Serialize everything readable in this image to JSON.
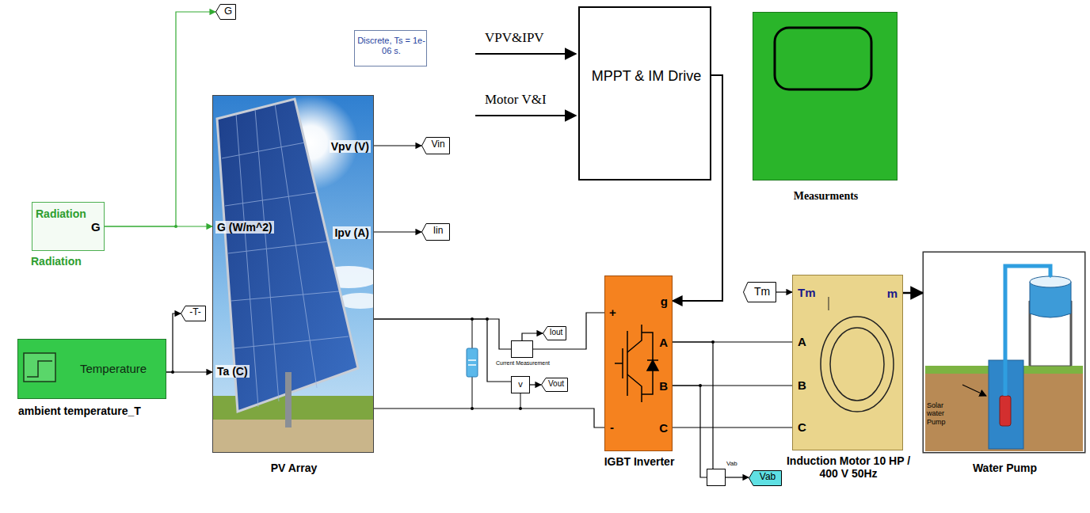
{
  "diagram": {
    "nodes": [
      {
        "text": [
          "Radiation",
          "G",
          "Radiation"
        ]
      },
      {
        "text": [
          "G"
        ]
      },
      {
        "text": [
          "Discrete, Ts = 1e-06 s."
        ]
      },
      {
        "text": [
          "G (W/m^2)",
          "Ta (C)",
          "Vpv (V)",
          "Ipv (A)",
          "PV Array"
        ]
      },
      {
        "text": [
          "Vin"
        ]
      },
      {
        "text": [
          "Iin"
        ]
      },
      {
        "text": [
          "-T-"
        ]
      },
      {
        "text": [
          "Temperature",
          "ambient temperature_T"
        ]
      },
      {
        "text": [
          "MPPT & IM Drive"
        ]
      },
      {
        "text": [
          "Measurments"
        ]
      },
      {
        "text": [
          "Current Measurement"
        ]
      },
      {
        "text": [
          "Iout"
        ]
      },
      {
        "text": [
          "v"
        ]
      },
      {
        "text": [
          "Vout"
        ]
      },
      {
        "text": [
          "g",
          "A",
          "B",
          "C",
          "+",
          "-",
          "IGBT Inverter"
        ]
      },
      {
        "text": [
          "Tm"
        ]
      },
      {
        "text": [
          "Tm",
          "A",
          "B",
          "C",
          "m",
          "Induction Motor 10 HP / 400 V 50Hz"
        ]
      },
      {
        "text": [
          "Vab"
        ]
      },
      {
        "text": [
          "Vab"
        ]
      },
      {
        "text": [
          "Solar water Pump",
          "Water Pump"
        ]
      }
    ],
    "edges": [
      {
        "from": 0,
        "to": 1,
        "arrow": "to"
      },
      {
        "from": 0,
        "to": 3,
        "arrow": "to"
      },
      {
        "from": 3,
        "to": 4,
        "arrow": "to"
      },
      {
        "from": 3,
        "to": 5,
        "arrow": "to"
      },
      {
        "from": 7,
        "to": 3,
        "arrow": "to"
      },
      {
        "from": 7,
        "to": 6,
        "arrow": "to"
      },
      {
        "from": 8,
        "to": 14,
        "arrow": "to"
      },
      {
        "from": 3,
        "to": 10,
        "arrow": "none"
      },
      {
        "from": 10,
        "to": 14,
        "arrow": "none"
      },
      {
        "from": 10,
        "to": 11,
        "arrow": "to"
      },
      {
        "from": 3,
        "to": 12,
        "arrow": "none"
      },
      {
        "from": 12,
        "to": 13,
        "arrow": "to"
      },
      {
        "from": 3,
        "to": 14,
        "arrow": "none"
      },
      {
        "from": 14,
        "to": 16,
        "arrow": "none"
      },
      {
        "from": 14,
        "to": 16,
        "arrow": "none"
      },
      {
        "from": 14,
        "to": 16,
        "arrow": "none"
      },
      {
        "from": 15,
        "to": 16,
        "arrow": "to"
      },
      {
        "from": 14,
        "to": 17,
        "arrow": "none"
      },
      {
        "from": 14,
        "to": 17,
        "arrow": "none"
      },
      {
        "from": 17,
        "to": 18,
        "arrow": "to"
      },
      {
        "from": 16,
        "to": 19,
        "arrow": "to"
      }
    ],
    "labels": [
      "VPV&IPV",
      "Motor V&I"
    ]
  }
}
